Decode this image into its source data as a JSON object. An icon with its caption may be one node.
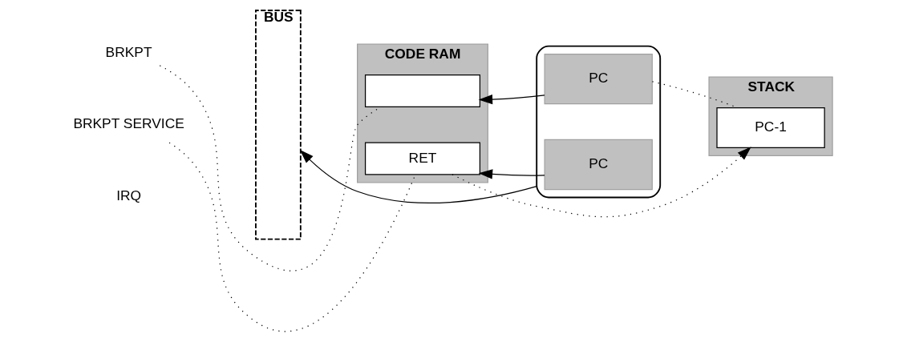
{
  "diagram": {
    "nodes": [
      {
        "text": [
          "BUS"
        ]
      },
      {
        "text": [
          "BRKPT"
        ]
      },
      {
        "text": [
          "BRKPT SERVICE"
        ]
      },
      {
        "text": [
          "CODE RAM"
        ]
      },
      {
        "text": [],
        "shape": "box",
        "in": 3
      },
      {
        "text": [
          "RET"
        ],
        "in": 3
      },
      {
        "text": [],
        "shape": "ellipse"
      },
      {
        "text": [
          "PC"
        ],
        "in": 6
      },
      {
        "text": [
          "PC"
        ],
        "in": 6
      },
      {
        "text": [
          "STACK"
        ]
      },
      {
        "text": [
          "PC-1"
        ],
        "in": 9
      }
    ],
    "edges": [
      {
        "from": 1,
        "to": 4,
        "arrow": "none",
        "style": "dashed"
      },
      {
        "from": 2,
        "to": 5,
        "arrow": "none",
        "style": "dashed"
      },
      {
        "from": 7,
        "to": 4,
        "arrow": "to"
      },
      {
        "from": 8,
        "to": 5,
        "arrow": "to"
      },
      {
        "from": 6,
        "to": 0,
        "arrow": "to"
      },
      {
        "from": 7,
        "to": 10,
        "arrow": "none",
        "style": "dashed"
      },
      {
        "from": 5,
        "to": 10,
        "arrow": "to",
        "style": "dashed"
      }
    ],
    "labels": [
      "IRQ"
    ]
  }
}
